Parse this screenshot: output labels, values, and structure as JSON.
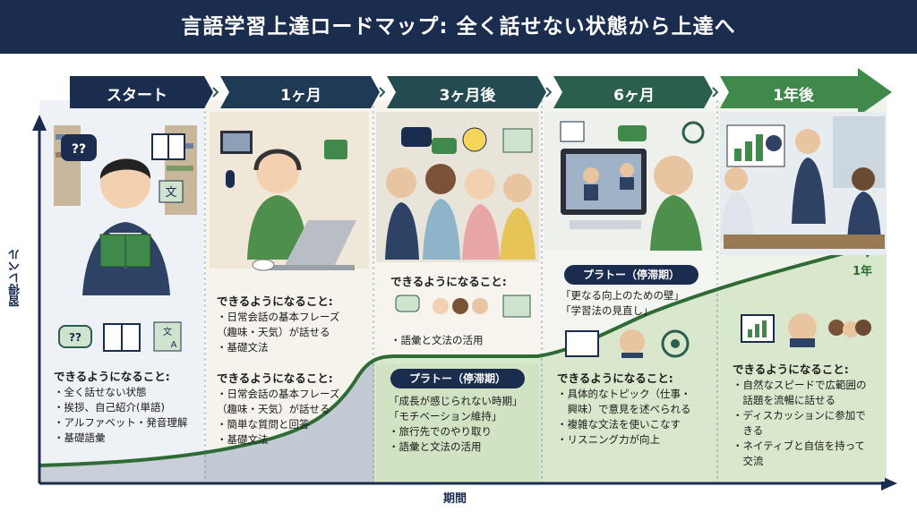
{
  "title": "言語学習上達ロードマップ: 全く話せない状態から上達へ",
  "axes": {
    "y_label": "習得レベル",
    "x_label": "期間"
  },
  "milestone_marker": "1年",
  "stages": [
    {
      "label": "スタート",
      "caption": "できるようになること:",
      "items": [
        "・全く話せない状態",
        "・挨拶、自己紹介(単語)",
        "・アルファベット・発音理解",
        "・基礎語彙"
      ]
    },
    {
      "label": "1ヶ月",
      "caption": "できるようになること:",
      "items": [
        "・日常会話の基本フレーズ",
        "（趣味・天気）が話せる",
        "・基礎文法"
      ],
      "caption2": "できるようになること:",
      "items2": [
        "・日常会話の基本フレーズ",
        "（趣味・天気）が話せる",
        "・簡単な質問と回答",
        "・基礎文法"
      ]
    },
    {
      "label": "3ヶ月後",
      "caption": "できるようになること:",
      "items": [
        "・語彙と文法の活用"
      ],
      "plateau": "プラトー（停滞期）",
      "plateau_items": [
        "「成長が感じられない時期」",
        "「モチベーション維持」",
        "・旅行先でのやり取り",
        "・語彙と文法の活用"
      ]
    },
    {
      "label": "6ヶ月",
      "plateau": "プラトー（停滞期）",
      "plateau_items": [
        "「更なる向上のための壁」",
        "「学習法の見直し」"
      ],
      "caption": "できるようになること:",
      "items": [
        "・具体的なトピック（仕事・",
        "　興味）で意見を述べられる",
        "・複雑な文法を使いこなす",
        "・リスニング力が向上"
      ]
    },
    {
      "label": "1年後",
      "caption": "できるようになること:",
      "items": [
        "・自然なスピードで広範囲の",
        "　話題を流暢に話せる",
        "・ディスカッションに参加で",
        "　きる",
        "・ネイティブと自信を持って",
        "　交流"
      ]
    }
  ],
  "colors": {
    "navy": "#1b2d4f",
    "teal": "#2c5e4e",
    "green": "#3f8a4b",
    "light_green": "#d9e8cd",
    "bar_green": "#5f9a47"
  }
}
